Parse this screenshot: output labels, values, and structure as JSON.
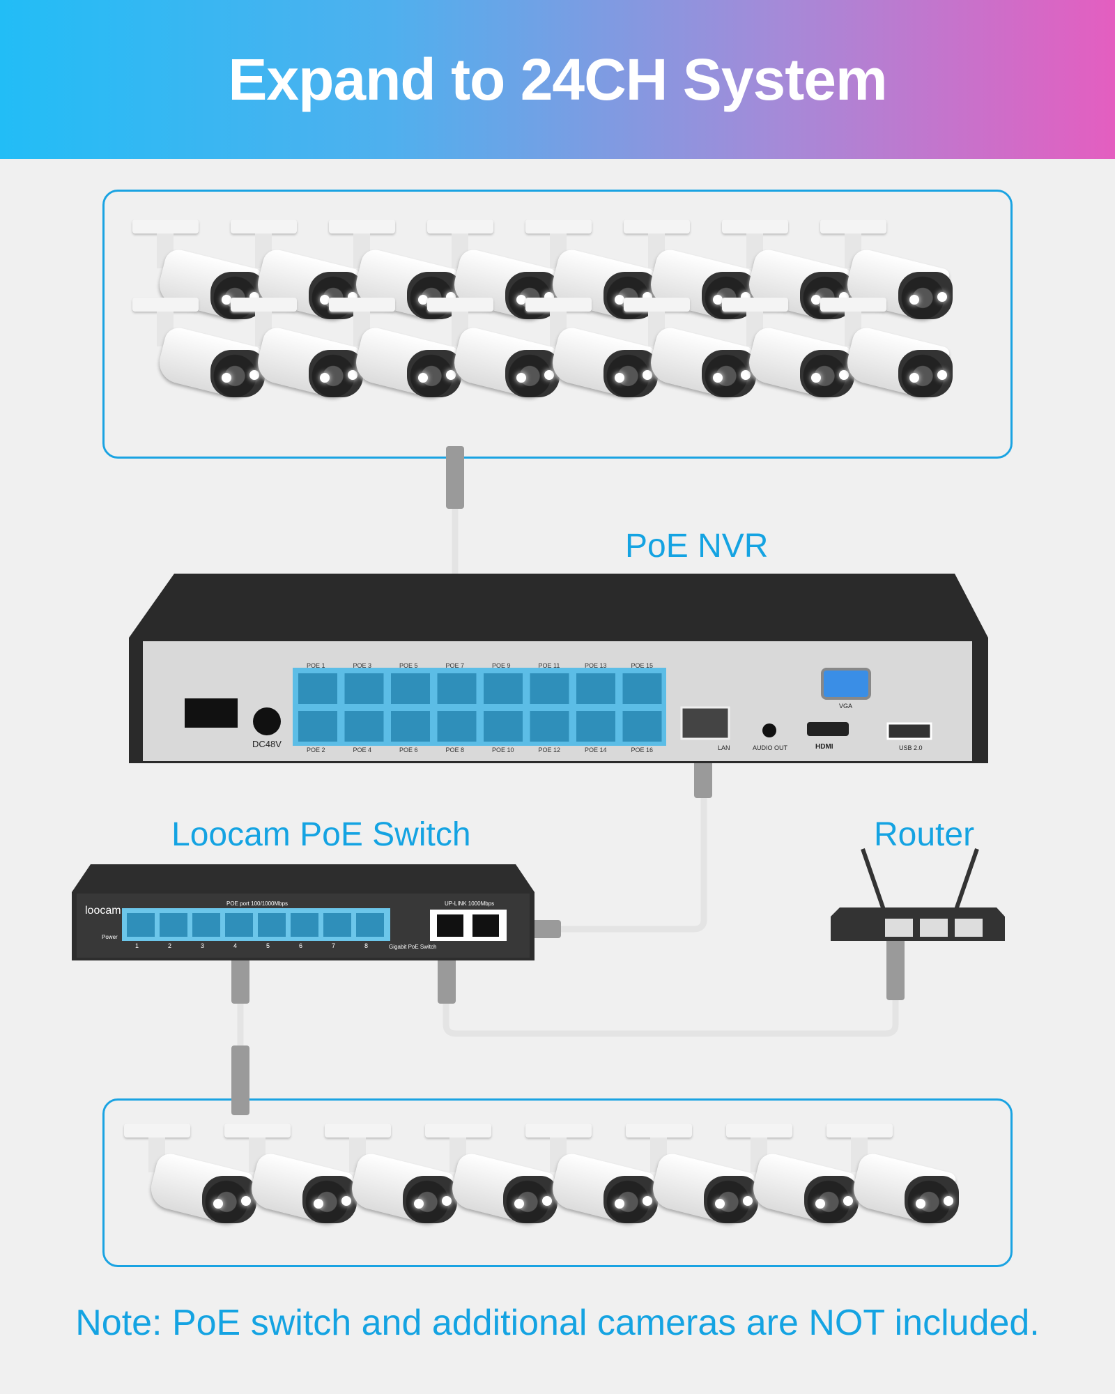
{
  "header": {
    "title": "Expand to 24CH System"
  },
  "labels": {
    "nvr": "PoE NVR",
    "switch": "Loocam PoE Switch",
    "router": "Router"
  },
  "note": "Note: PoE switch and additional cameras are NOT included.",
  "nvr": {
    "power_label": "DC48V",
    "ports_top": [
      "POE 1",
      "POE 3",
      "POE 5",
      "POE 7",
      "POE 9",
      "POE 11",
      "POE 13",
      "POE 15"
    ],
    "ports_bottom": [
      "POE 2",
      "POE 4",
      "POE 6",
      "POE 8",
      "POE 10",
      "POE 12",
      "POE 14",
      "POE 16"
    ],
    "lan_label": "LAN",
    "audio_label": "AUDIO OUT",
    "hdmi_label": "HDMI",
    "vga_label": "VGA",
    "usb_label": "USB 2.0"
  },
  "switch": {
    "brand": "loocam",
    "poe_label": "POE port 100/1000Mbps",
    "uplink_label": "UP-LINK 1000Mbps",
    "power_label": "Power",
    "model_label": "Gigabit PoE Switch",
    "port_numbers": [
      "1",
      "2",
      "3",
      "4",
      "5",
      "6",
      "7",
      "8"
    ]
  },
  "colors": {
    "accent": "#14a3e2",
    "port_blue": "#5cbde6"
  }
}
